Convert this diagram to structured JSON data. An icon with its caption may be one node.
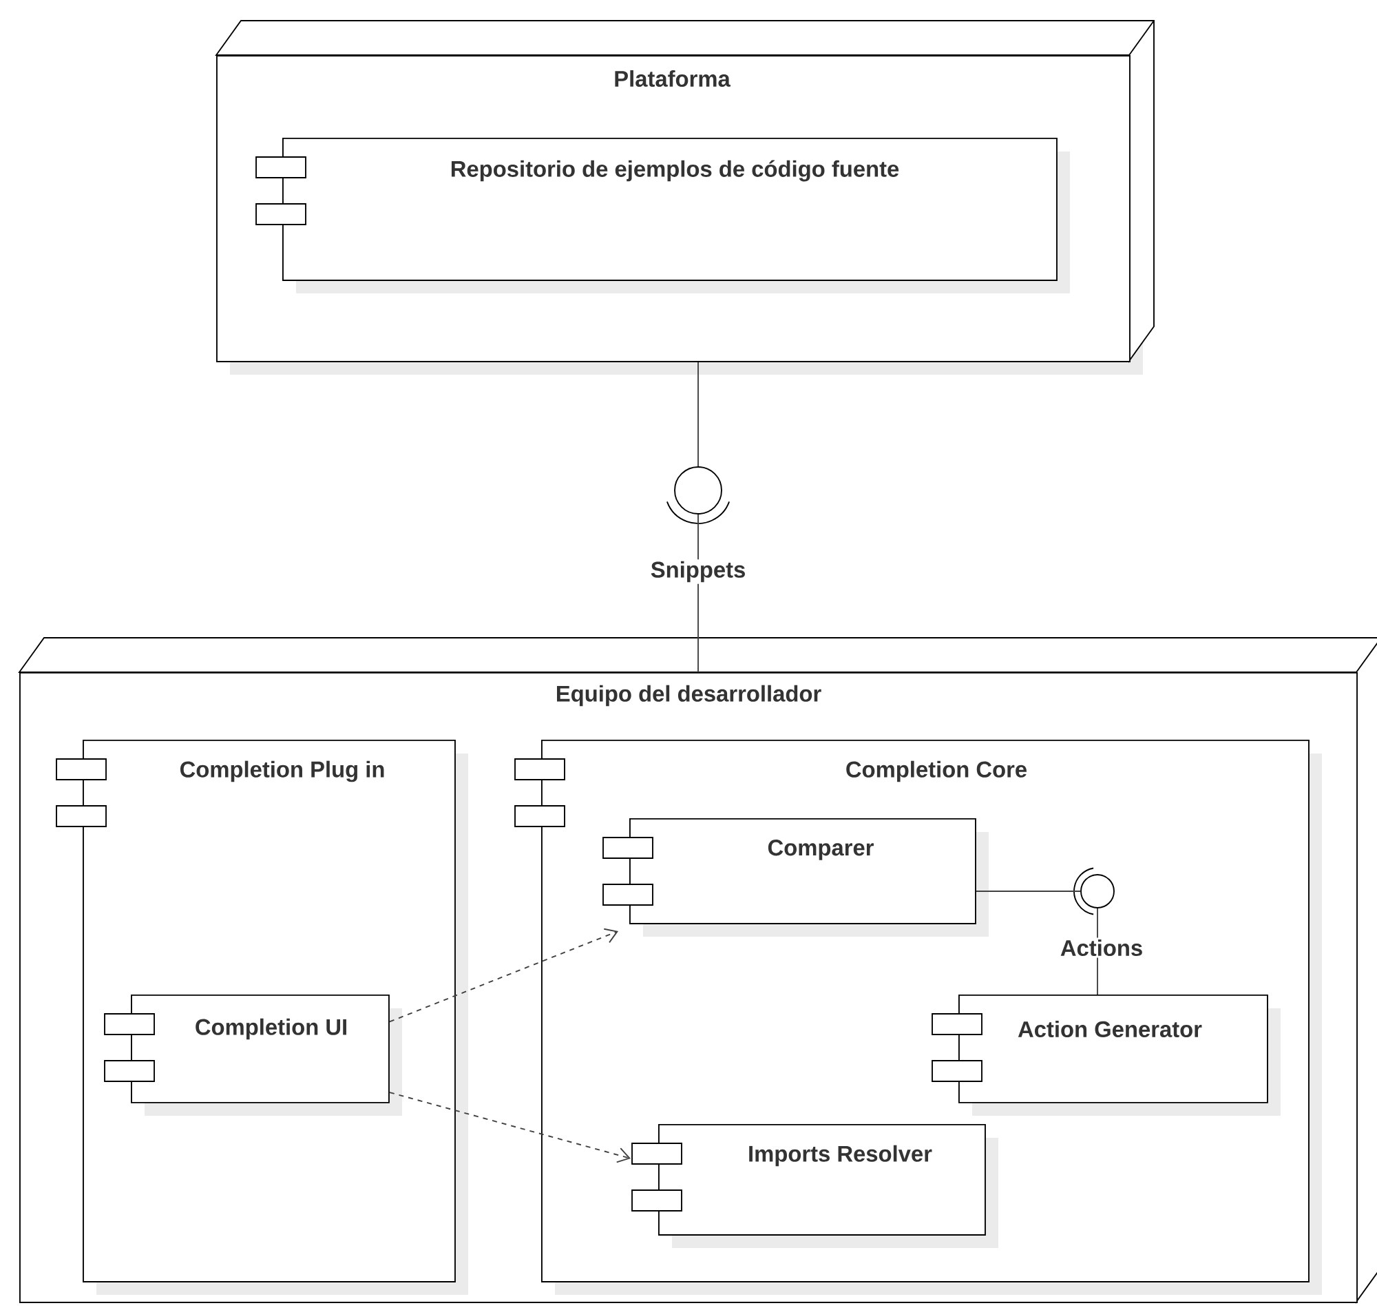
{
  "diagram": {
    "nodes": [
      {
        "text": [
          "Plataforma"
        ]
      },
      {
        "text": [
          "Repositorio de ejemplos de código fuente"
        ],
        "in": 0
      },
      {
        "text": [],
        "shape": "circle",
        "beside": [
          "Snippets"
        ]
      },
      {
        "text": [
          "Equipo del desarrollador"
        ]
      },
      {
        "text": [
          "Completion Plug in"
        ],
        "in": 3
      },
      {
        "text": [
          "Completion UI"
        ],
        "in": 4
      },
      {
        "text": [
          "Completion Core"
        ],
        "in": 3
      },
      {
        "text": [
          "Comparer"
        ],
        "in": 6
      },
      {
        "text": [],
        "shape": "circle",
        "beside": [
          "Actions"
        ],
        "in": 6
      },
      {
        "text": [
          "Action Generator"
        ],
        "in": 6
      },
      {
        "text": [
          "Imports Resolver"
        ],
        "in": 6
      }
    ],
    "edges": [
      {
        "from": 0,
        "to": 2,
        "arrow": "none"
      },
      {
        "from": 2,
        "to": 3,
        "arrow": "none"
      },
      {
        "from": 7,
        "to": 8,
        "arrow": "none"
      },
      {
        "from": 8,
        "to": 9,
        "arrow": "none"
      },
      {
        "from": 5,
        "to": 7,
        "arrow": "to",
        "style": "dashed"
      },
      {
        "from": 5,
        "to": 10,
        "arrow": "to",
        "style": "dashed"
      }
    ]
  }
}
